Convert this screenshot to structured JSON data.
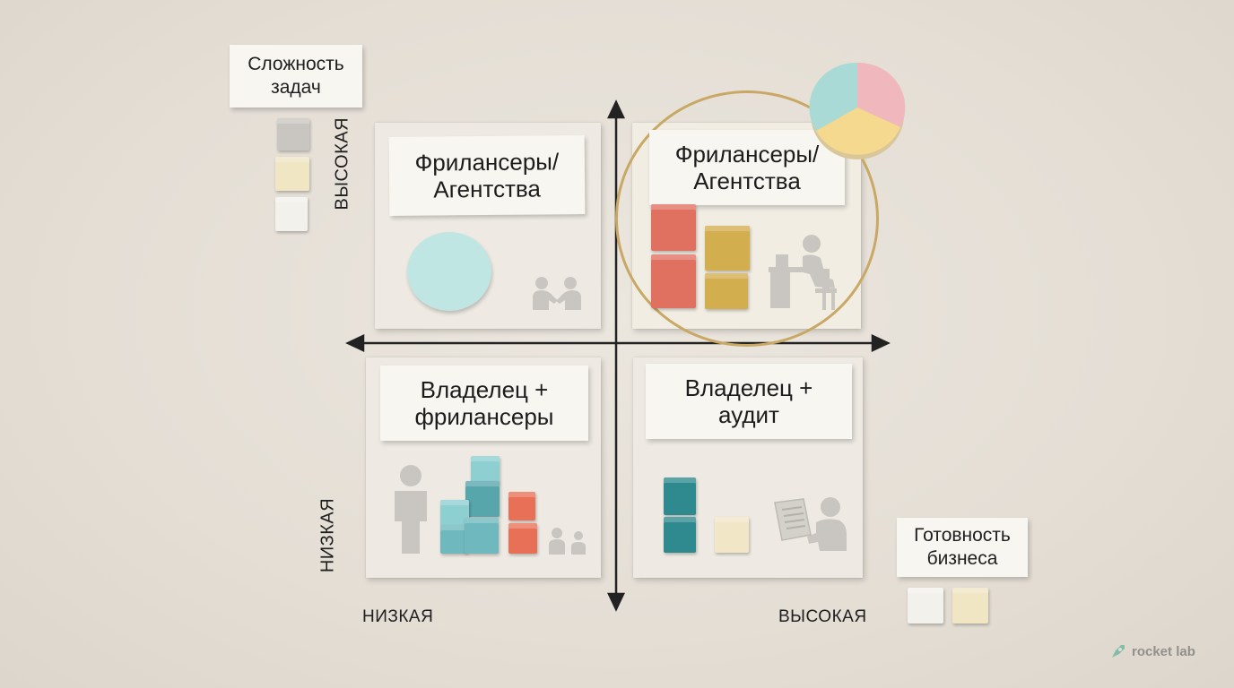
{
  "y_axis": {
    "title_line1": "Сложность",
    "title_line2": "задач",
    "high_label": "ВЫСОКАЯ",
    "low_label": "НИЗКАЯ"
  },
  "x_axis": {
    "title_line1": "Готовность",
    "title_line2": "бизнеса",
    "low_label": "НИЗКАЯ",
    "high_label": "ВЫСОКАЯ"
  },
  "quadrants": {
    "top_left": {
      "line1": "Фрилансеры/",
      "line2": "Агентства"
    },
    "top_right": {
      "line1": "Фрилансеры/",
      "line2": "Агентства"
    },
    "bottom_left": {
      "line1": "Владелец +",
      "line2": "фрилансеры"
    },
    "bottom_right": {
      "line1": "Владелец +",
      "line2": "аудит"
    }
  },
  "highlighted_quadrant": "top_right",
  "brand": {
    "name": "rocket lab"
  },
  "colors": {
    "background": "#e6e0d7",
    "coral": "#e07060",
    "mustard": "#d2ae4e",
    "teal": "#2f8a90",
    "light_teal": "#7cc3c8",
    "mint": "#bfe6e2",
    "gold_ring": "#c8a864",
    "pink": "#f0b8bc",
    "cream": "#f1e7c6",
    "gray": "#c9c6c1"
  },
  "icons": [
    "handshake-icon",
    "worker-at-desk-icon",
    "person-icon",
    "people-pair-icon",
    "person-reading-document-icon",
    "pie-chart-icon",
    "rocket-logo-icon"
  ]
}
